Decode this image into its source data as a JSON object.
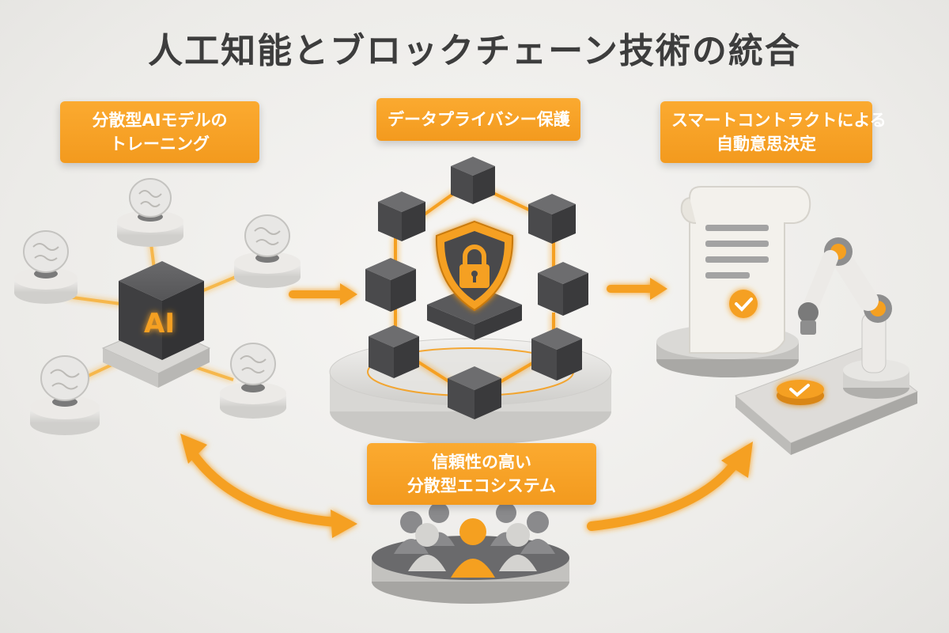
{
  "title": "人工知能とブロックチェーン技術の統合",
  "labels": {
    "training_line1": "分散型AIモデルの",
    "training_line2": "トレーニング",
    "privacy": "データプライバシー保護",
    "contract_line1": "スマートコントラクトによる",
    "contract_line2": "自動意思決定",
    "eco_line1": "信頼性の高い",
    "eco_line2": "分散型エコシステム"
  },
  "ai_cube_text": "AI",
  "colors": {
    "accent": "#f5a020",
    "dark_cube": "#4a4a4c",
    "light_platform": "#dcdbd8",
    "title_text": "#3d3d3d"
  },
  "icons": [
    "brain-icon",
    "ai-cube-icon",
    "blockchain-cube-icon",
    "lock-shield-icon",
    "contract-scroll-icon",
    "checkmark-icon",
    "robot-arm-icon",
    "people-group-icon",
    "arrow-right-icon",
    "curved-arrow-icon"
  ]
}
